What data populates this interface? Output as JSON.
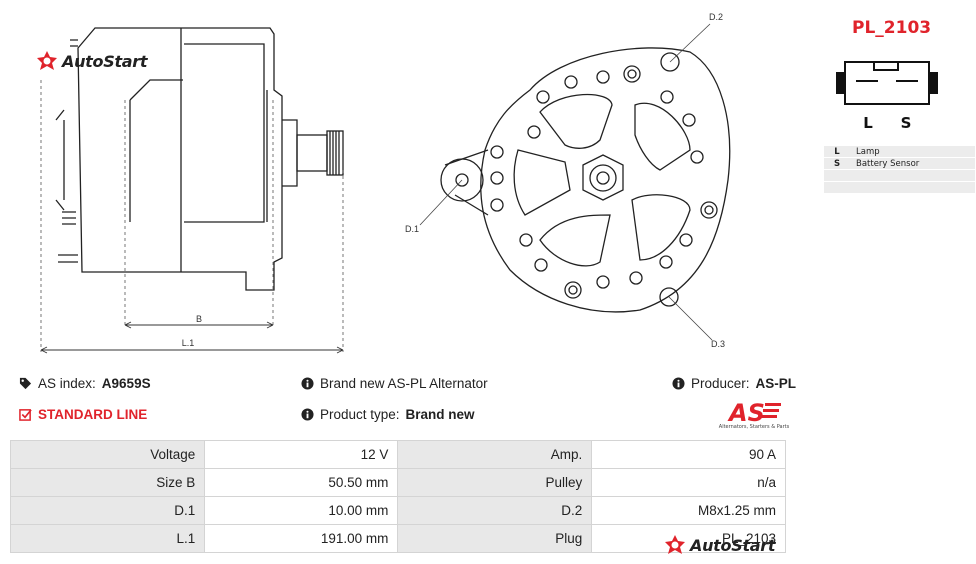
{
  "brand": {
    "name": "AutoStart",
    "mark_color": "#e0232b"
  },
  "plug": {
    "code": "PL_2103",
    "pin_labels": [
      "L",
      "S"
    ],
    "pins": [
      {
        "key": "L",
        "desc": "Lamp"
      },
      {
        "key": "S",
        "desc": "Battery Sensor"
      },
      {
        "key": "",
        "desc": ""
      },
      {
        "key": "",
        "desc": ""
      }
    ]
  },
  "drawing": {
    "dims": {
      "b": "B",
      "l1": "L.1",
      "d1": "D.1",
      "d2": "D.2",
      "d3": "D.3"
    }
  },
  "info": {
    "as_index_label": "AS index:",
    "as_index_value": "A9659S",
    "condition": "Brand new AS-PL Alternator",
    "producer_label": "Producer:",
    "producer_value": "AS-PL",
    "standard_line": "STANDARD LINE",
    "product_type_label": "Product type:",
    "product_type_value": "Brand new"
  },
  "as_logo": {
    "text": "AS",
    "tagline": "Alternators, Starters & Parts"
  },
  "spec_rows": [
    {
      "l1": "Voltage",
      "v1": "12 V",
      "l2": "Amp.",
      "v2": "90 A"
    },
    {
      "l1": "Size B",
      "v1": "50.50 mm",
      "l2": "Pulley",
      "v2": "n/a"
    },
    {
      "l1": "D.1",
      "v1": "10.00 mm",
      "l2": "D.2",
      "v2": "M8x1.25 mm"
    },
    {
      "l1": "L.1",
      "v1": "191.00 mm",
      "l2": "Plug",
      "v2": "PL_2103"
    }
  ],
  "colors": {
    "accent": "#e0232b",
    "label_bg": "#e8e8e8"
  }
}
